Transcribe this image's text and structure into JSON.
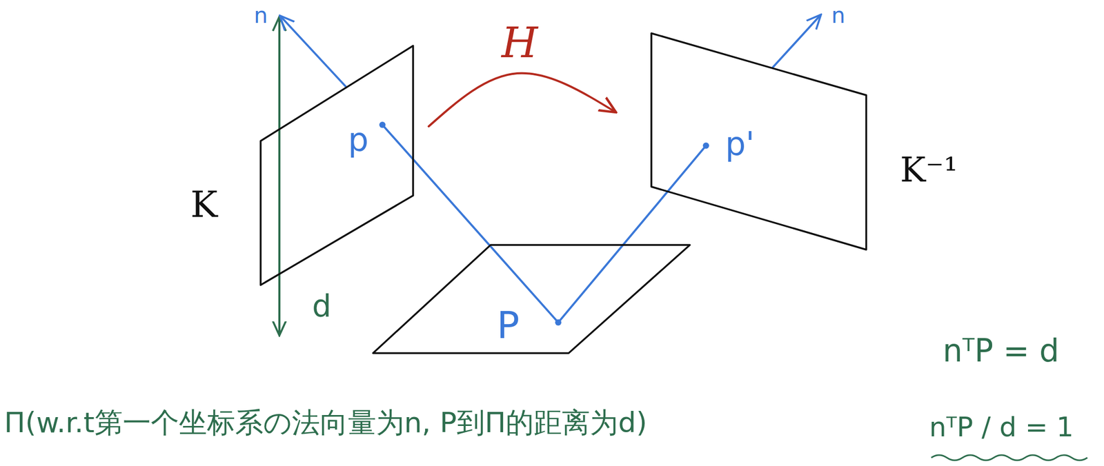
{
  "diagram": {
    "nodes": [
      {
        "text": [
          "K",
          "p"
        ]
      },
      {
        "text": [
          "K⁻¹",
          "p'"
        ]
      },
      {
        "text": [
          "P"
        ]
      }
    ],
    "edges": [
      {
        "from": 0,
        "to": 1,
        "arrow": "to",
        "label": "H"
      },
      {
        "from": 0,
        "to": 2,
        "arrow": "none"
      },
      {
        "from": 2,
        "to": 1,
        "arrow": "none"
      }
    ],
    "labels": [
      "n",
      "d",
      "n",
      "Π(w.r.t第一个坐标系の法向量为n, P到Π的距离为d)",
      "nᵀP = d",
      "nᵀP / d = 1"
    ]
  }
}
